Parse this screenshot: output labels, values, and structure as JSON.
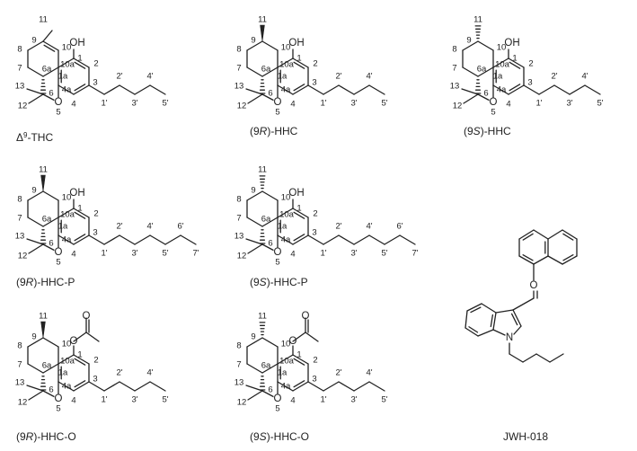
{
  "figure": {
    "colors": {
      "ink": "#222222",
      "background": "#ffffff"
    },
    "captions": {
      "thc": "Δ9-THC",
      "hhc_9r": "(9R)-HHC",
      "hhc_9s": "(9S)-HHC",
      "hhcp_9r": "(9R)-HHC-P",
      "hhcp_9s": "(9S)-HHC-P",
      "hhco_9r": "(9R)-HHC-O",
      "hhco_9s": "(9S)-HHC-O",
      "jwh": "JWH-018"
    },
    "caption_parts": {
      "thc": {
        "pre": "Δ",
        "sup": "9",
        "post": "-THC"
      },
      "hhc_9r": {
        "pre": "(9",
        "it": "R",
        "post": ")-HHC"
      },
      "hhc_9s": {
        "pre": "(9",
        "it": "S",
        "post": ")-HHC"
      },
      "hhcp_9r": {
        "pre": "(9",
        "it": "R",
        "post": ")-HHC-P"
      },
      "hhcp_9s": {
        "pre": "(9",
        "it": "S",
        "post": ")-HHC-P"
      },
      "hhco_9r": {
        "pre": "(9",
        "it": "R",
        "post": ")-HHC-O"
      },
      "hhco_9s": {
        "pre": "(9",
        "it": "S",
        "post": ")-HHC-O"
      },
      "jwh": {
        "pre": "JWH-018"
      }
    },
    "atom_symbols": {
      "hydroxyl": "OH",
      "oxygen": "O",
      "nitrogen": "N"
    },
    "locants": {
      "c11": "11",
      "c9": "9",
      "c10": "10",
      "c8": "8",
      "c7": "7",
      "c6a": "6a",
      "c10a": "10a",
      "c1": "1",
      "c2": "2",
      "c1a": "1a",
      "c3": "3",
      "c13": "13",
      "c12": "12",
      "c6": "6",
      "c4a": "4a",
      "c5": "5",
      "c4": "4",
      "p1": "1'",
      "p2": "2'",
      "p3": "3'",
      "p4": "4'",
      "p5": "5'",
      "p6": "6'",
      "p7": "7'"
    },
    "structures": [
      {
        "id": "thc",
        "type": "thc",
        "chain": 5,
        "ester": false,
        "stereo": "9-ene"
      },
      {
        "id": "hhc_9r",
        "type": "hhc",
        "chain": 5,
        "ester": false,
        "stereo": "R"
      },
      {
        "id": "hhc_9s",
        "type": "hhc",
        "chain": 5,
        "ester": false,
        "stereo": "S"
      },
      {
        "id": "hhcp_9r",
        "type": "hhc",
        "chain": 7,
        "ester": false,
        "stereo": "R"
      },
      {
        "id": "hhcp_9s",
        "type": "hhc",
        "chain": 7,
        "ester": false,
        "stereo": "S"
      },
      {
        "id": "hhco_9r",
        "type": "hhc",
        "chain": 5,
        "ester": true,
        "stereo": "R"
      },
      {
        "id": "hhco_9s",
        "type": "hhc",
        "chain": 5,
        "ester": true,
        "stereo": "S"
      },
      {
        "id": "jwh",
        "type": "jwh"
      }
    ]
  }
}
